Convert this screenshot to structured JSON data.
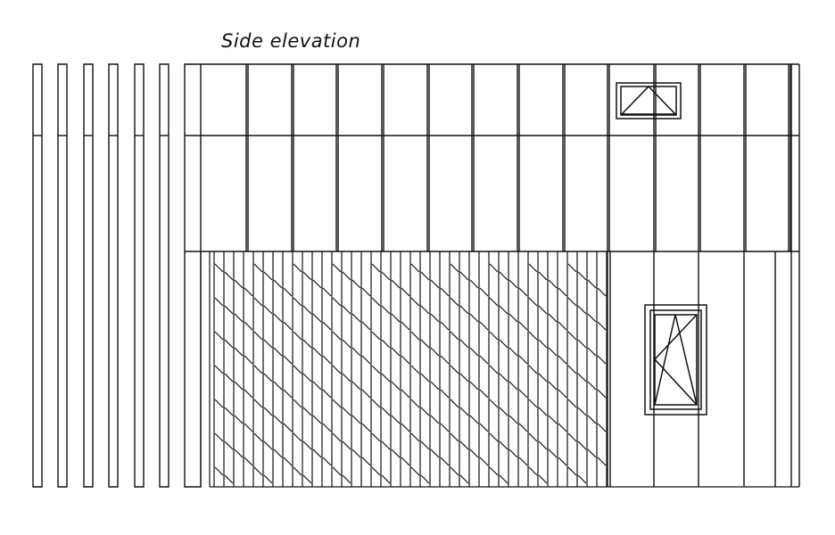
{
  "title": "Side elevation",
  "colors": {
    "background": "#ffffff",
    "line": "#111111"
  },
  "elements": {
    "posts": "fence-posts",
    "upper_panels": "vertical-board-cladding",
    "lower_hatched": "diagonal-hatched-cladding",
    "small_window": "top-hung-window",
    "tall_window": "tilt-turn-window"
  }
}
